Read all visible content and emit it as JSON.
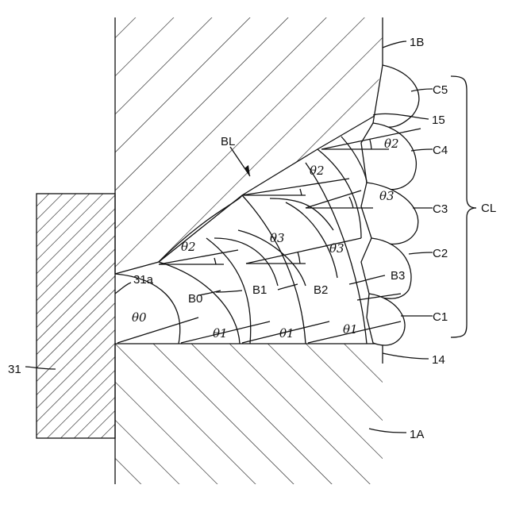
{
  "labels": {
    "part_1b": "1B",
    "part_1a": "1A",
    "backing": "31",
    "backing_face": "31a",
    "boundary": "BL",
    "cap_group": "CL",
    "ref_15": "15",
    "ref_14": "14",
    "caps": [
      "C5",
      "C4",
      "C3",
      "C2",
      "C1"
    ],
    "beads": [
      "B0",
      "B1",
      "B2",
      "B3"
    ],
    "angles": {
      "theta0": "θ0",
      "theta1": "θ1",
      "theta2": "θ2",
      "theta3": "θ3"
    }
  }
}
